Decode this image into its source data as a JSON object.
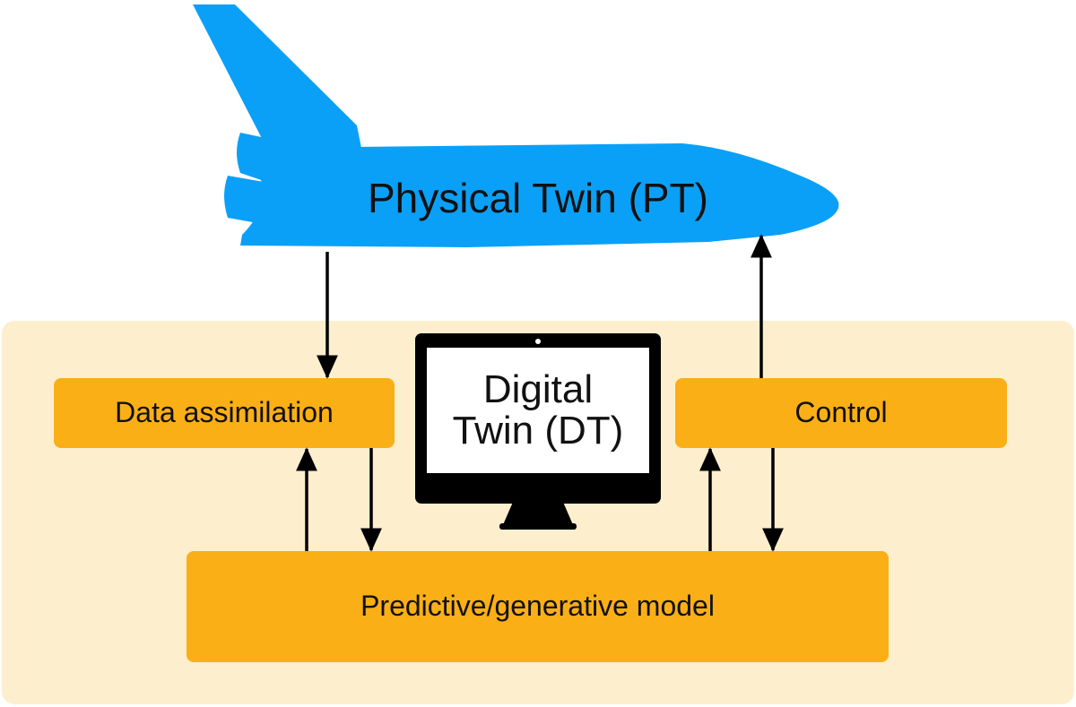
{
  "physical_twin": {
    "label": "Physical Twin (PT)"
  },
  "digital_twin": {
    "line1": "Digital",
    "line2": "Twin (DT)"
  },
  "boxes": {
    "data_assimilation": "Data assimilation",
    "control": "Control",
    "model": "Predictive/generative model"
  },
  "icons": {
    "vehicle": "space-shuttle-icon",
    "monitor": "computer-monitor-icon"
  },
  "colors": {
    "shuttle": "#0aa0f7",
    "panel": "#fdefce",
    "box": "#fbaf17",
    "monitor": "#000000",
    "screen": "#ffffff",
    "arrow": "#000000"
  }
}
